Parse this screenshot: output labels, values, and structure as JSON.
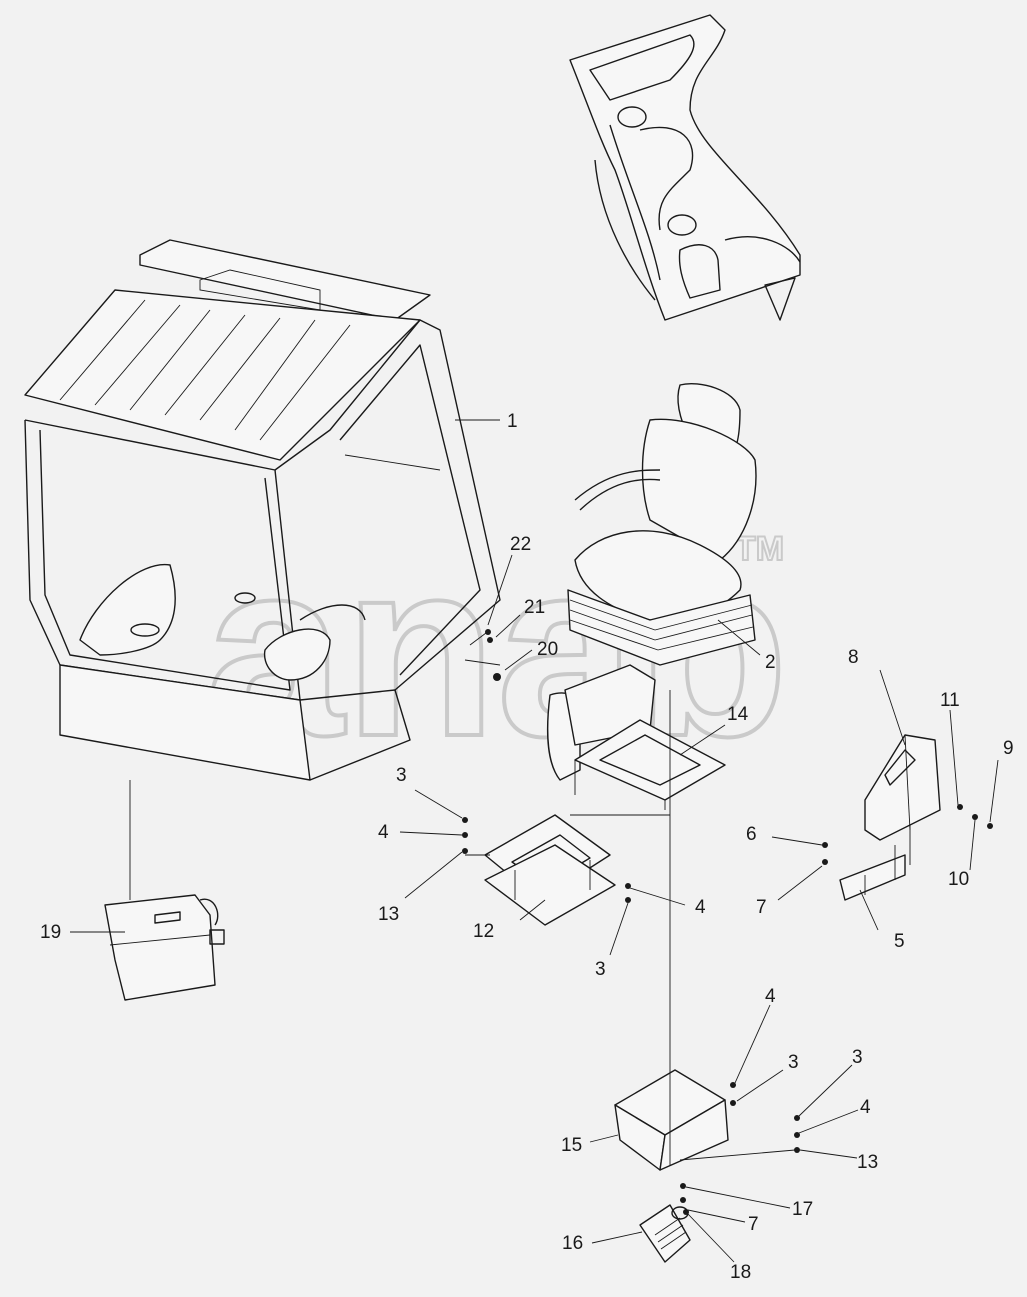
{
  "watermark": {
    "text": "anab",
    "tm": "TM"
  },
  "callouts": [
    {
      "id": "c1",
      "label": "1"
    },
    {
      "id": "c2",
      "label": "2"
    },
    {
      "id": "c3a",
      "label": "3"
    },
    {
      "id": "c3b",
      "label": "3"
    },
    {
      "id": "c3c",
      "label": "3"
    },
    {
      "id": "c3d",
      "label": "3"
    },
    {
      "id": "c4a",
      "label": "4"
    },
    {
      "id": "c4b",
      "label": "4"
    },
    {
      "id": "c4c",
      "label": "4"
    },
    {
      "id": "c4d",
      "label": "4"
    },
    {
      "id": "c5",
      "label": "5"
    },
    {
      "id": "c6",
      "label": "6"
    },
    {
      "id": "c7a",
      "label": "7"
    },
    {
      "id": "c7b",
      "label": "7"
    },
    {
      "id": "c8",
      "label": "8"
    },
    {
      "id": "c9",
      "label": "9"
    },
    {
      "id": "c10",
      "label": "10"
    },
    {
      "id": "c11",
      "label": "11"
    },
    {
      "id": "c12",
      "label": "12"
    },
    {
      "id": "c13a",
      "label": "13"
    },
    {
      "id": "c13b",
      "label": "13"
    },
    {
      "id": "c14",
      "label": "14"
    },
    {
      "id": "c15",
      "label": "15"
    },
    {
      "id": "c16",
      "label": "16"
    },
    {
      "id": "c17",
      "label": "17"
    },
    {
      "id": "c18",
      "label": "18"
    },
    {
      "id": "c19",
      "label": "19"
    },
    {
      "id": "c20",
      "label": "20"
    },
    {
      "id": "c21",
      "label": "21"
    },
    {
      "id": "c22",
      "label": "22"
    }
  ]
}
